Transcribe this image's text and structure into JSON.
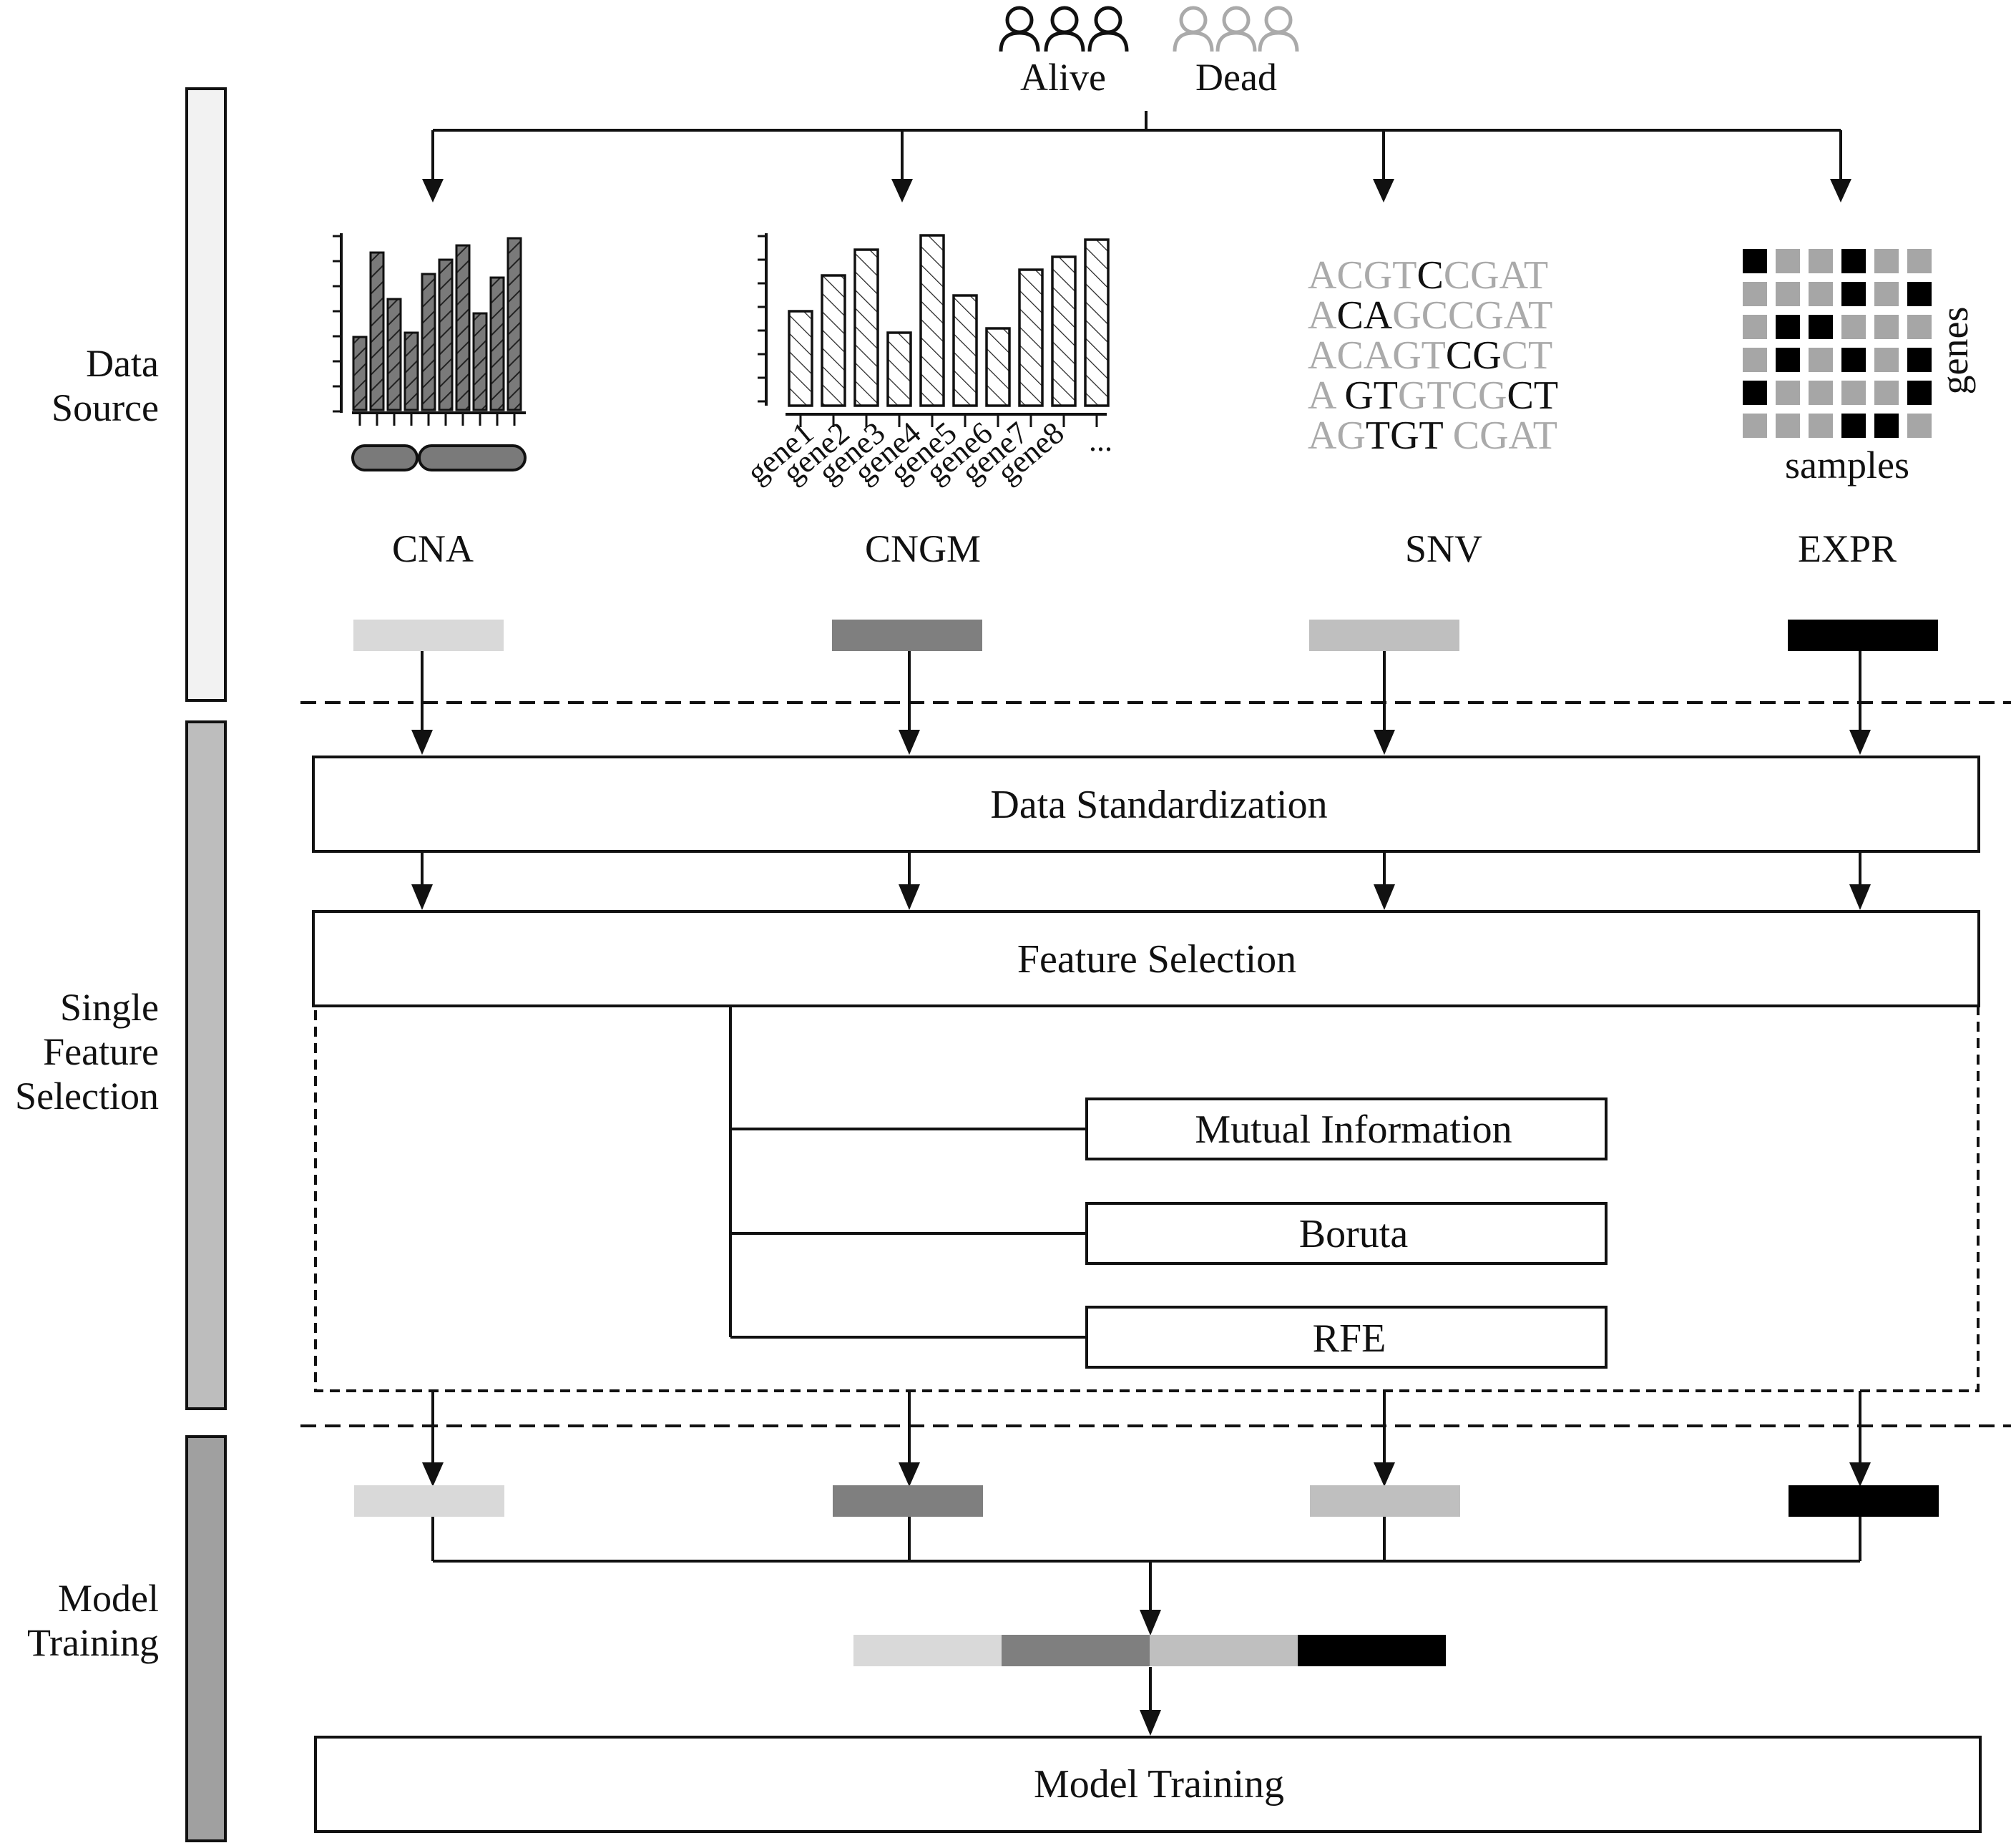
{
  "legend": {
    "alive_label": "Alive",
    "dead_label": "Dead",
    "alive_color": "#111111",
    "dead_color": "#aaaaaa"
  },
  "stages": {
    "data_source": [
      "Data",
      "Source"
    ],
    "single_feature_selection": [
      "Single",
      "Feature",
      "Selection"
    ],
    "model_training": [
      "Model",
      "Training"
    ]
  },
  "stage_colors": {
    "data_source": "#f2f2f2",
    "single_feature_selection": "#bdbdbd",
    "model_training": "#a0a0a0"
  },
  "sources": [
    {
      "name": "CNA",
      "color": "#d9d9d9"
    },
    {
      "name": "CNGM",
      "color": "#7f7f7f"
    },
    {
      "name": "SNV",
      "color": "#bfbfbf"
    },
    {
      "name": "EXPR",
      "color": "#000000"
    }
  ],
  "cnga_genes": [
    "gene1",
    "gene2",
    "gene3",
    "gene4",
    "gene5",
    "gene6",
    "gene7",
    "gene8",
    "..."
  ],
  "snv_sequences": [
    [
      [
        "ACGT",
        "g"
      ],
      [
        "C",
        "k"
      ],
      [
        "CGAT",
        "g"
      ]
    ],
    [
      [
        "A",
        "g"
      ],
      [
        "CA",
        "k"
      ],
      [
        "GCCGAT",
        "g"
      ]
    ],
    [
      [
        "ACAGT",
        "g"
      ],
      [
        "CG",
        "k"
      ],
      [
        "CT",
        "g"
      ]
    ],
    [
      [
        "A ",
        "g"
      ],
      [
        "GT",
        "k"
      ],
      [
        "GTCG",
        "g"
      ],
      [
        "CT",
        "k"
      ]
    ],
    [
      [
        "AG",
        "g"
      ],
      [
        "TGT",
        "k"
      ],
      [
        " CGAT",
        "g"
      ]
    ]
  ],
  "expr_axes": {
    "rows": "genes",
    "cols": "samples"
  },
  "steps": {
    "standardization": "Data Standardization",
    "feature_selection": "Feature Selection",
    "methods": [
      "Mutual Information",
      "Boruta",
      "RFE"
    ],
    "model_training": "Model Training"
  }
}
